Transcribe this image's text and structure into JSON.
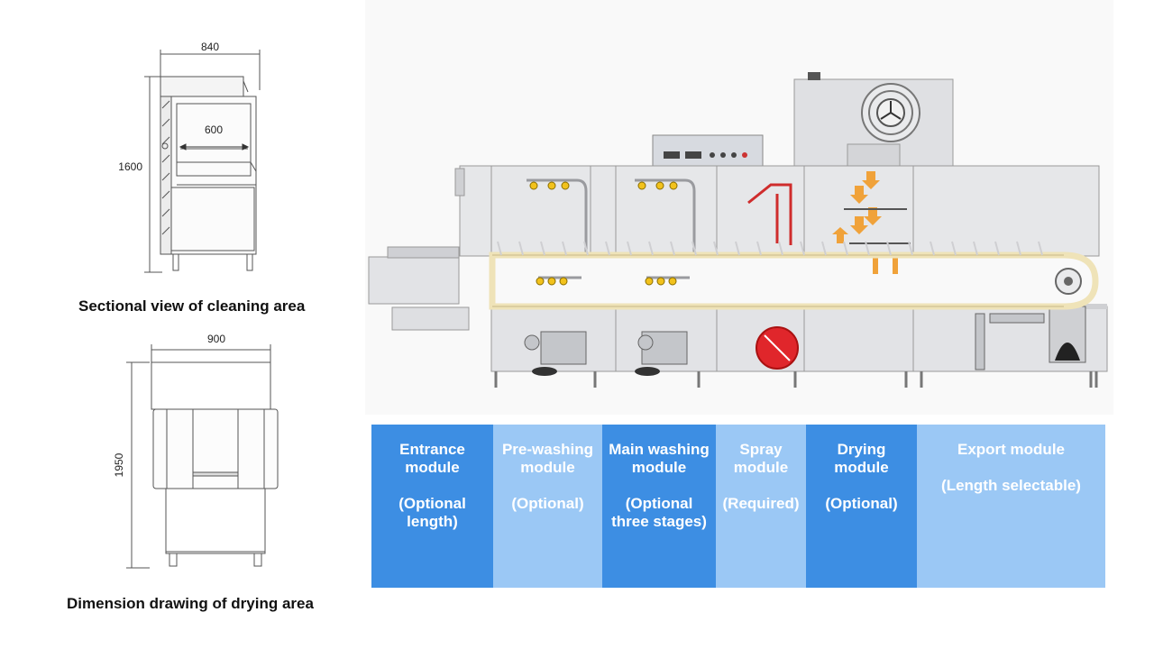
{
  "left_drawings": {
    "cleaning": {
      "width_label": "840",
      "inner_width_label": "600",
      "height_label": "1600",
      "caption": "Sectional view of cleaning area"
    },
    "drying": {
      "width_label": "900",
      "height_label": "1950",
      "caption": "Dimension drawing of drying area"
    }
  },
  "modules": [
    {
      "name": "Entrance module",
      "note": "(Optional length)",
      "color": "#3d8ee3"
    },
    {
      "name": "Pre-washing module",
      "note": "(Optional)",
      "color": "#9bc8f5"
    },
    {
      "name": "Main washing module",
      "note": "(Optional three stages)",
      "color": "#3d8ee3"
    },
    {
      "name": "Spray module",
      "note": "(Required)",
      "color": "#9bc8f5"
    },
    {
      "name": "Drying module",
      "note": "(Optional)",
      "color": "#3d8ee3"
    },
    {
      "name": "Export module",
      "note": "(Length selectable)",
      "color": "#9bc8f5"
    }
  ],
  "colors": {
    "module_dark": "#3d8ee3",
    "module_light": "#9bc8f5",
    "machine_body": "#e6e7e9",
    "spray_red": "#e0262b",
    "nozzle_yellow": "#f2c21c",
    "airflow_orange": "#f0a23a",
    "conveyor": "#efe3b8"
  }
}
